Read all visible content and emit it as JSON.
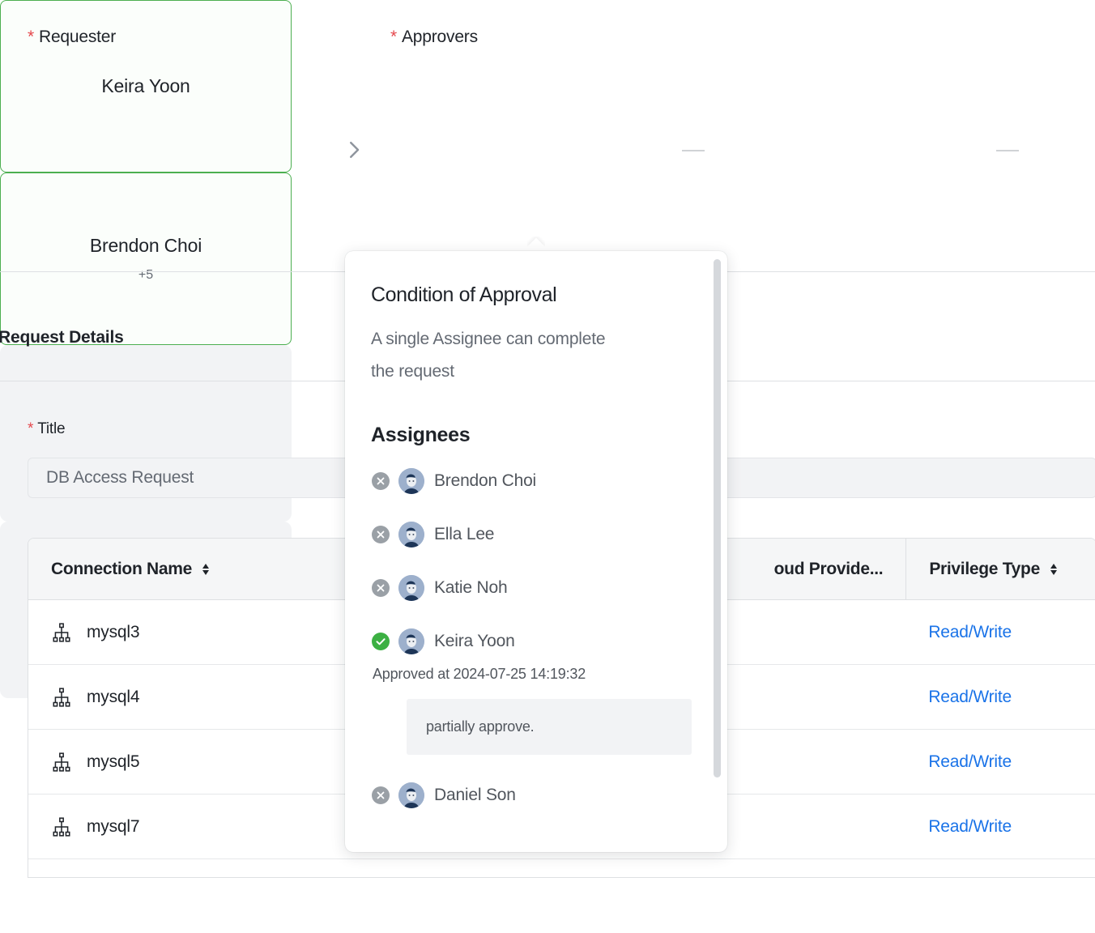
{
  "flow": {
    "requester": {
      "label": "Requester",
      "required_marker": "*",
      "name": "Keira Yoon"
    },
    "approvers": {
      "label": "Approvers",
      "required_marker": "*",
      "name": "Brendon Choi",
      "extra_count": "+5"
    },
    "chevron_icon": "chevron-right-icon",
    "empty_nodes": 2
  },
  "request_details": {
    "section_title": "Request Details",
    "title_field": {
      "label": "Title",
      "required_marker": "*",
      "value": "DB Access Request"
    }
  },
  "table": {
    "columns": [
      {
        "label": "Connection Name",
        "sortable": true
      },
      {
        "label": "oud Provide...",
        "sortable": false
      },
      {
        "label": "Privilege Type",
        "sortable": true
      }
    ],
    "rows": [
      {
        "connection_name": "mysql3",
        "icon": "hierarchy-icon",
        "cloud_provider": "",
        "privilege_type": "Read/Write"
      },
      {
        "connection_name": "mysql4",
        "icon": "hierarchy-icon",
        "cloud_provider": "",
        "privilege_type": "Read/Write"
      },
      {
        "connection_name": "mysql5",
        "icon": "hierarchy-icon",
        "cloud_provider": "",
        "privilege_type": "Read/Write"
      },
      {
        "connection_name": "mysql7",
        "icon": "hierarchy-icon",
        "cloud_provider": "",
        "privilege_type": "Read/Write"
      }
    ]
  },
  "popover": {
    "heading": "Condition of Approval",
    "description": "A single Assignee can complete the request",
    "assignees_heading": "Assignees",
    "assignees": [
      {
        "name": "Brendon Choi",
        "status": "pending",
        "status_icon": "circle-x-icon"
      },
      {
        "name": "Ella Lee",
        "status": "pending",
        "status_icon": "circle-x-icon"
      },
      {
        "name": "Katie Noh",
        "status": "pending",
        "status_icon": "circle-x-icon"
      },
      {
        "name": "Keira Yoon",
        "status": "approved",
        "status_icon": "circle-check-icon",
        "approved_at": "Approved at 2024-07-25 14:19:32",
        "comment": "partially approve."
      },
      {
        "name": "Daniel Son",
        "status": "pending",
        "status_icon": "circle-x-icon"
      }
    ]
  },
  "colors": {
    "approved_green": "#3cb043",
    "pending_gray": "#9aa0a6",
    "node_border_green": "#4caf50",
    "link_blue": "#1a73e8",
    "required_red": "#e5484d"
  }
}
